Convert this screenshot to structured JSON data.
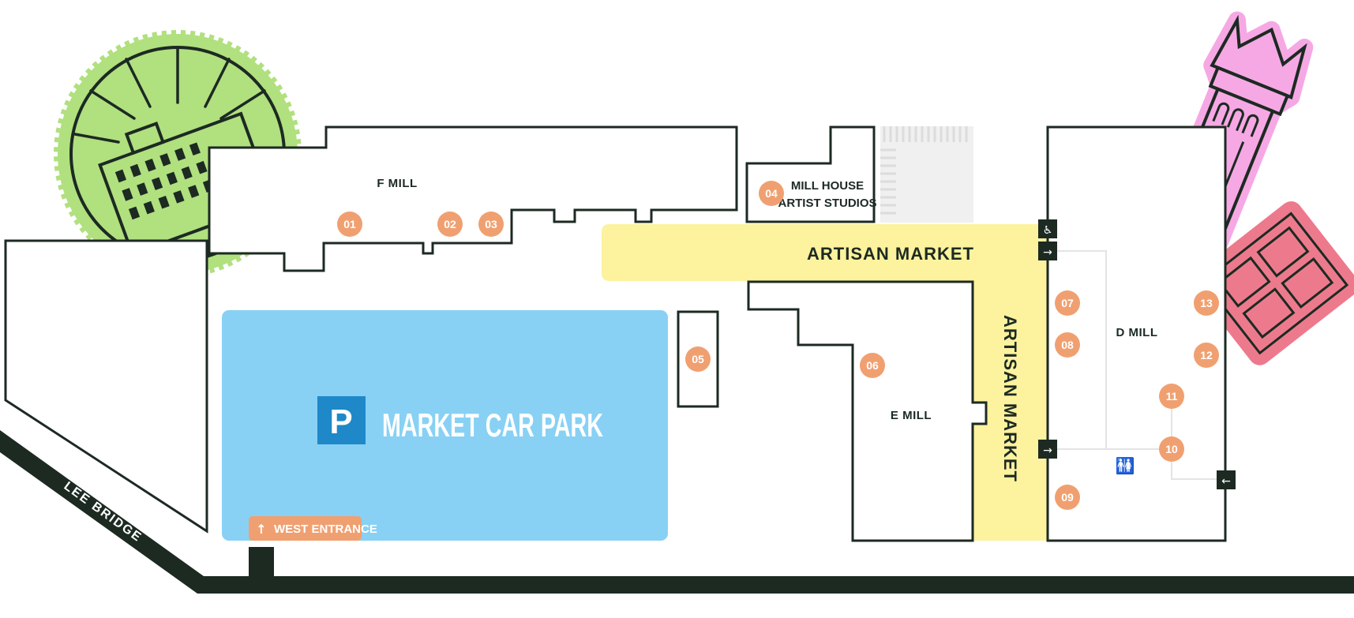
{
  "colors": {
    "outline": "#1c2a22",
    "car_park": "#88d1f4",
    "artisan_market": "#fdf29d",
    "unit_badge": "#f0a070",
    "parking_sign": "#1e88c9",
    "green_badge": "#b1e07f",
    "pink_tower": "#f6a8e4",
    "red_building": "#ed7a8c",
    "road": "#1c2a22"
  },
  "buildings": {
    "f_mill": "F MILL",
    "mill_house_line1": "MILL HOUSE",
    "mill_house_line2": "ARTIST STUDIOS",
    "e_mill": "E MILL",
    "d_mill": "D MILL"
  },
  "markets": {
    "horizontal": "ARTISAN MARKET",
    "vertical": "ARTISAN MARKET"
  },
  "car_park": {
    "sign": "P",
    "label": "MARKET CAR PARK"
  },
  "entrance": {
    "arrow": "↑",
    "label": "WEST ENTRANCE"
  },
  "road": {
    "label": "LEE BRIDGE"
  },
  "units": [
    "01",
    "02",
    "03",
    "04",
    "05",
    "06",
    "07",
    "08",
    "09",
    "10",
    "11",
    "12",
    "13"
  ],
  "icons": {
    "accessible": "♿",
    "arrow_right": "→",
    "arrow_left": "←",
    "toilets": "🚻"
  }
}
